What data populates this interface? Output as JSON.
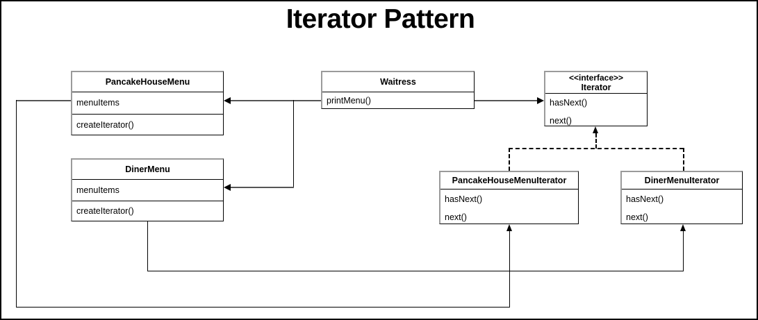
{
  "diagram": {
    "title": "Iterator Pattern",
    "type": "uml-class-diagram"
  },
  "classes": {
    "pancake_house_menu": {
      "name": "PancakeHouseMenu",
      "fields": [
        "menuItems"
      ],
      "methods": [
        "createIterator()"
      ]
    },
    "diner_menu": {
      "name": "DinerMenu",
      "fields": [
        "menuItems"
      ],
      "methods": [
        "createIterator()"
      ]
    },
    "waitress": {
      "name": "Waitress",
      "methods": [
        "printMenu()"
      ]
    },
    "iterator": {
      "stereotype": "<<interface>>",
      "name": "Iterator",
      "methods": [
        "hasNext()",
        "next()"
      ]
    },
    "pancake_house_menu_iterator": {
      "name": "PancakeHouseMenuIterator",
      "methods": [
        "hasNext()",
        "next()"
      ]
    },
    "diner_menu_iterator": {
      "name": "DinerMenuIterator",
      "methods": [
        "hasNext()",
        "next()"
      ]
    }
  },
  "relationships": [
    {
      "kind": "association",
      "from": "Waitress",
      "to": "PancakeHouseMenu",
      "style": "solid-arrow"
    },
    {
      "kind": "association",
      "from": "Waitress",
      "to": "DinerMenu",
      "style": "solid-arrow"
    },
    {
      "kind": "association",
      "from": "Waitress",
      "to": "Iterator",
      "style": "solid-arrow"
    },
    {
      "kind": "realization",
      "from": "PancakeHouseMenuIterator",
      "to": "Iterator",
      "style": "dashed-arrow"
    },
    {
      "kind": "realization",
      "from": "DinerMenuIterator",
      "to": "Iterator",
      "style": "dashed-arrow"
    },
    {
      "kind": "association",
      "from": "DinerMenu",
      "to": "DinerMenuIterator",
      "style": "solid-arrow"
    },
    {
      "kind": "association",
      "from": "PancakeHouseMenu",
      "to": "PancakeHouseMenuIterator",
      "style": "solid-arrow"
    }
  ],
  "colors": {
    "line": "#000000",
    "box_fill": "#ffffff",
    "box_edge_highlight": "#9a9a9a"
  }
}
